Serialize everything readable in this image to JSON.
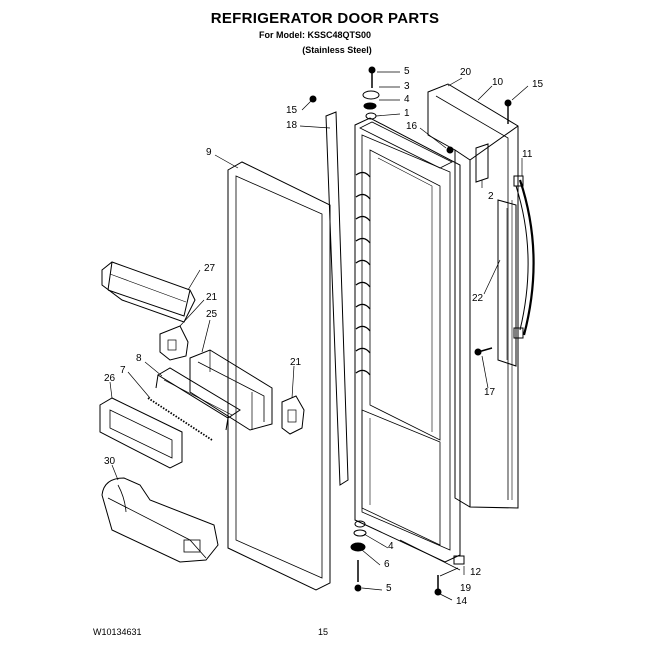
{
  "header": {
    "title": "REFRIGERATOR DOOR PARTS",
    "model_line": "For Model: KSSC48QTS00",
    "finish_line": "(Stainless Steel)"
  },
  "footer": {
    "doc_number": "W10134631",
    "page_number": "15"
  },
  "callouts": [
    {
      "id": "c5a",
      "text": "5"
    },
    {
      "id": "c3",
      "text": "3"
    },
    {
      "id": "c4a",
      "text": "4"
    },
    {
      "id": "c1",
      "text": "1"
    },
    {
      "id": "c20",
      "text": "20"
    },
    {
      "id": "c10",
      "text": "10"
    },
    {
      "id": "c15a",
      "text": "15"
    },
    {
      "id": "c15b",
      "text": "15"
    },
    {
      "id": "c18",
      "text": "18"
    },
    {
      "id": "c16",
      "text": "16"
    },
    {
      "id": "c9",
      "text": "9"
    },
    {
      "id": "c11",
      "text": "11"
    },
    {
      "id": "c2",
      "text": "2"
    },
    {
      "id": "c27",
      "text": "27"
    },
    {
      "id": "c21a",
      "text": "21"
    },
    {
      "id": "c25",
      "text": "25"
    },
    {
      "id": "c22",
      "text": "22"
    },
    {
      "id": "c8",
      "text": "8"
    },
    {
      "id": "c7",
      "text": "7"
    },
    {
      "id": "c21b",
      "text": "21"
    },
    {
      "id": "c26",
      "text": "26"
    },
    {
      "id": "c17",
      "text": "17"
    },
    {
      "id": "c30",
      "text": "30"
    },
    {
      "id": "c4b",
      "text": "4"
    },
    {
      "id": "c6",
      "text": "6"
    },
    {
      "id": "c12",
      "text": "12"
    },
    {
      "id": "c19",
      "text": "19"
    },
    {
      "id": "c5b",
      "text": "5"
    },
    {
      "id": "c14",
      "text": "14"
    }
  ]
}
